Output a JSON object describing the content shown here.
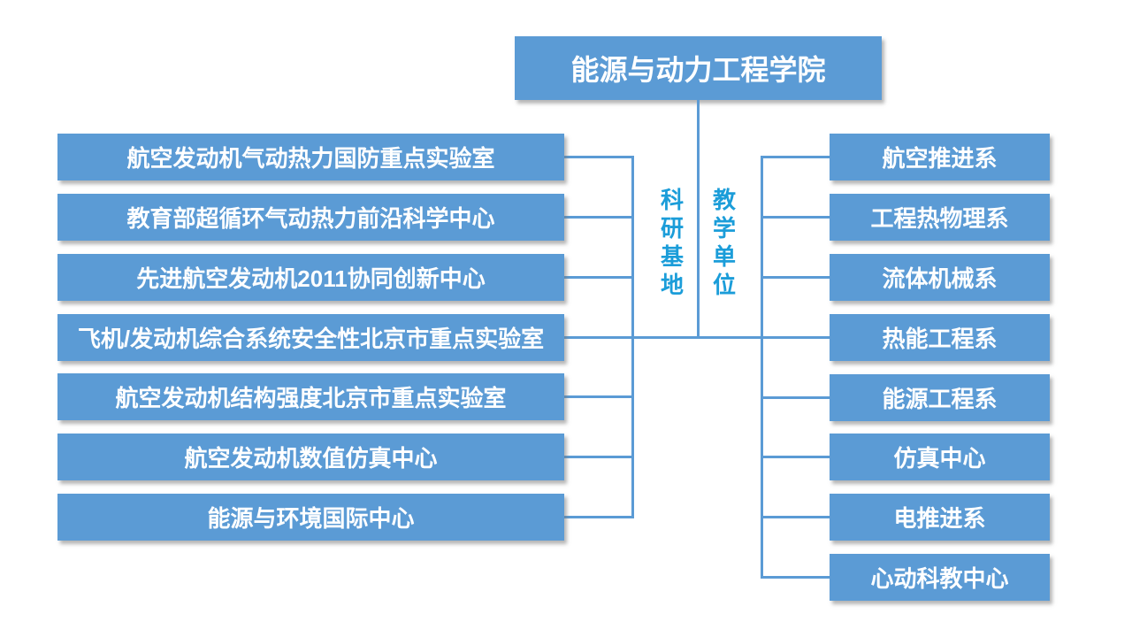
{
  "root": {
    "label": "能源与动力工程学院"
  },
  "branches": {
    "research": {
      "label": "科研基地",
      "items": [
        "航空发动机气动热力国防重点实验室",
        "教育部超循环气动热力前沿科学中心",
        "先进航空发动机2011协同创新中心",
        "飞机/发动机综合系统安全性北京市重点实验室",
        "航空发动机结构强度北京市重点实验室",
        "航空发动机数值仿真中心",
        "能源与环境国际中心"
      ]
    },
    "teaching": {
      "label": "教学单位",
      "items": [
        "航空推进系",
        "工程热物理系",
        "流体机械系",
        "热能工程系",
        "能源工程系",
        "仿真中心",
        "电推进系",
        "心动科教中心"
      ]
    }
  },
  "colors": {
    "box_fill": "#5B9BD5",
    "box_text": "#FFFFFF",
    "connector_line": "#5B9BD5",
    "branch_label_text": "#1B9DD9",
    "background": "#FFFFFF"
  }
}
